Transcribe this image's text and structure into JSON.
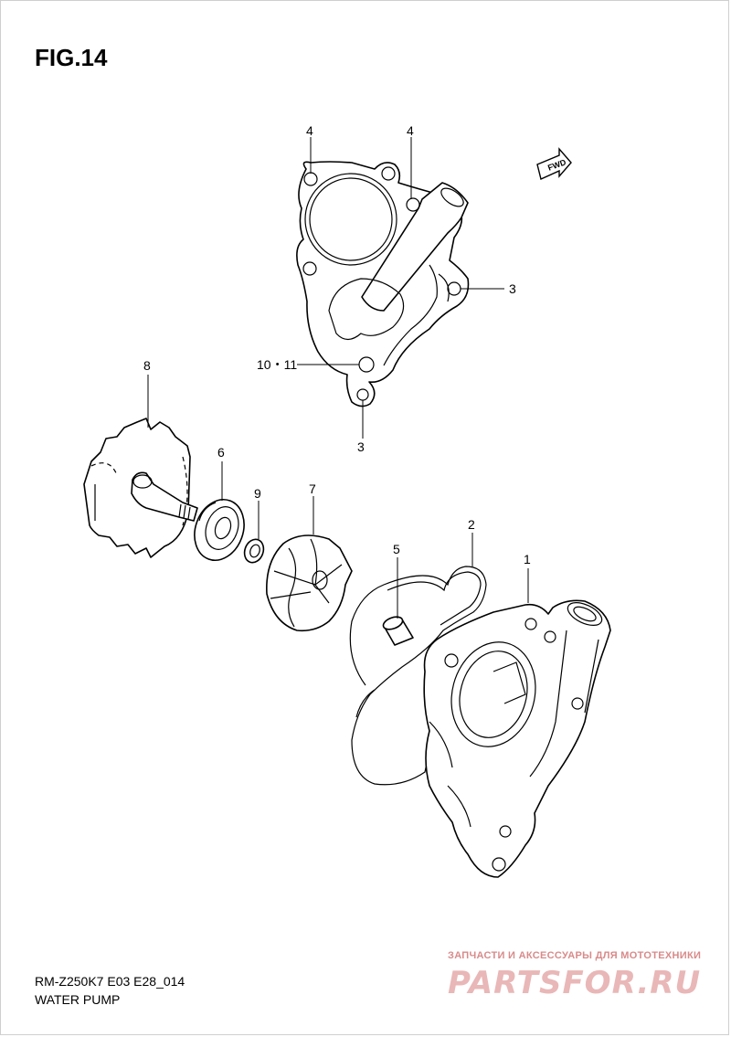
{
  "figure": {
    "title": "FIG.14",
    "code": "RM-Z250K7 E03 E28_014",
    "description": "WATER PUMP"
  },
  "direction_marker": "FWD",
  "callouts": {
    "c4a": "4",
    "c4b": "4",
    "c3a": "3",
    "c3b": "3",
    "c1011": "10・11",
    "c8": "8",
    "c6": "6",
    "c9": "9",
    "c7": "7",
    "c2": "2",
    "c5": "5",
    "c1": "1"
  },
  "watermark": {
    "tagline": "ЗАПЧАСТИ И АКСЕССУАРЫ ДЛЯ МОТОТЕХНИКИ",
    "logo": "PARTSFOR.RU"
  }
}
